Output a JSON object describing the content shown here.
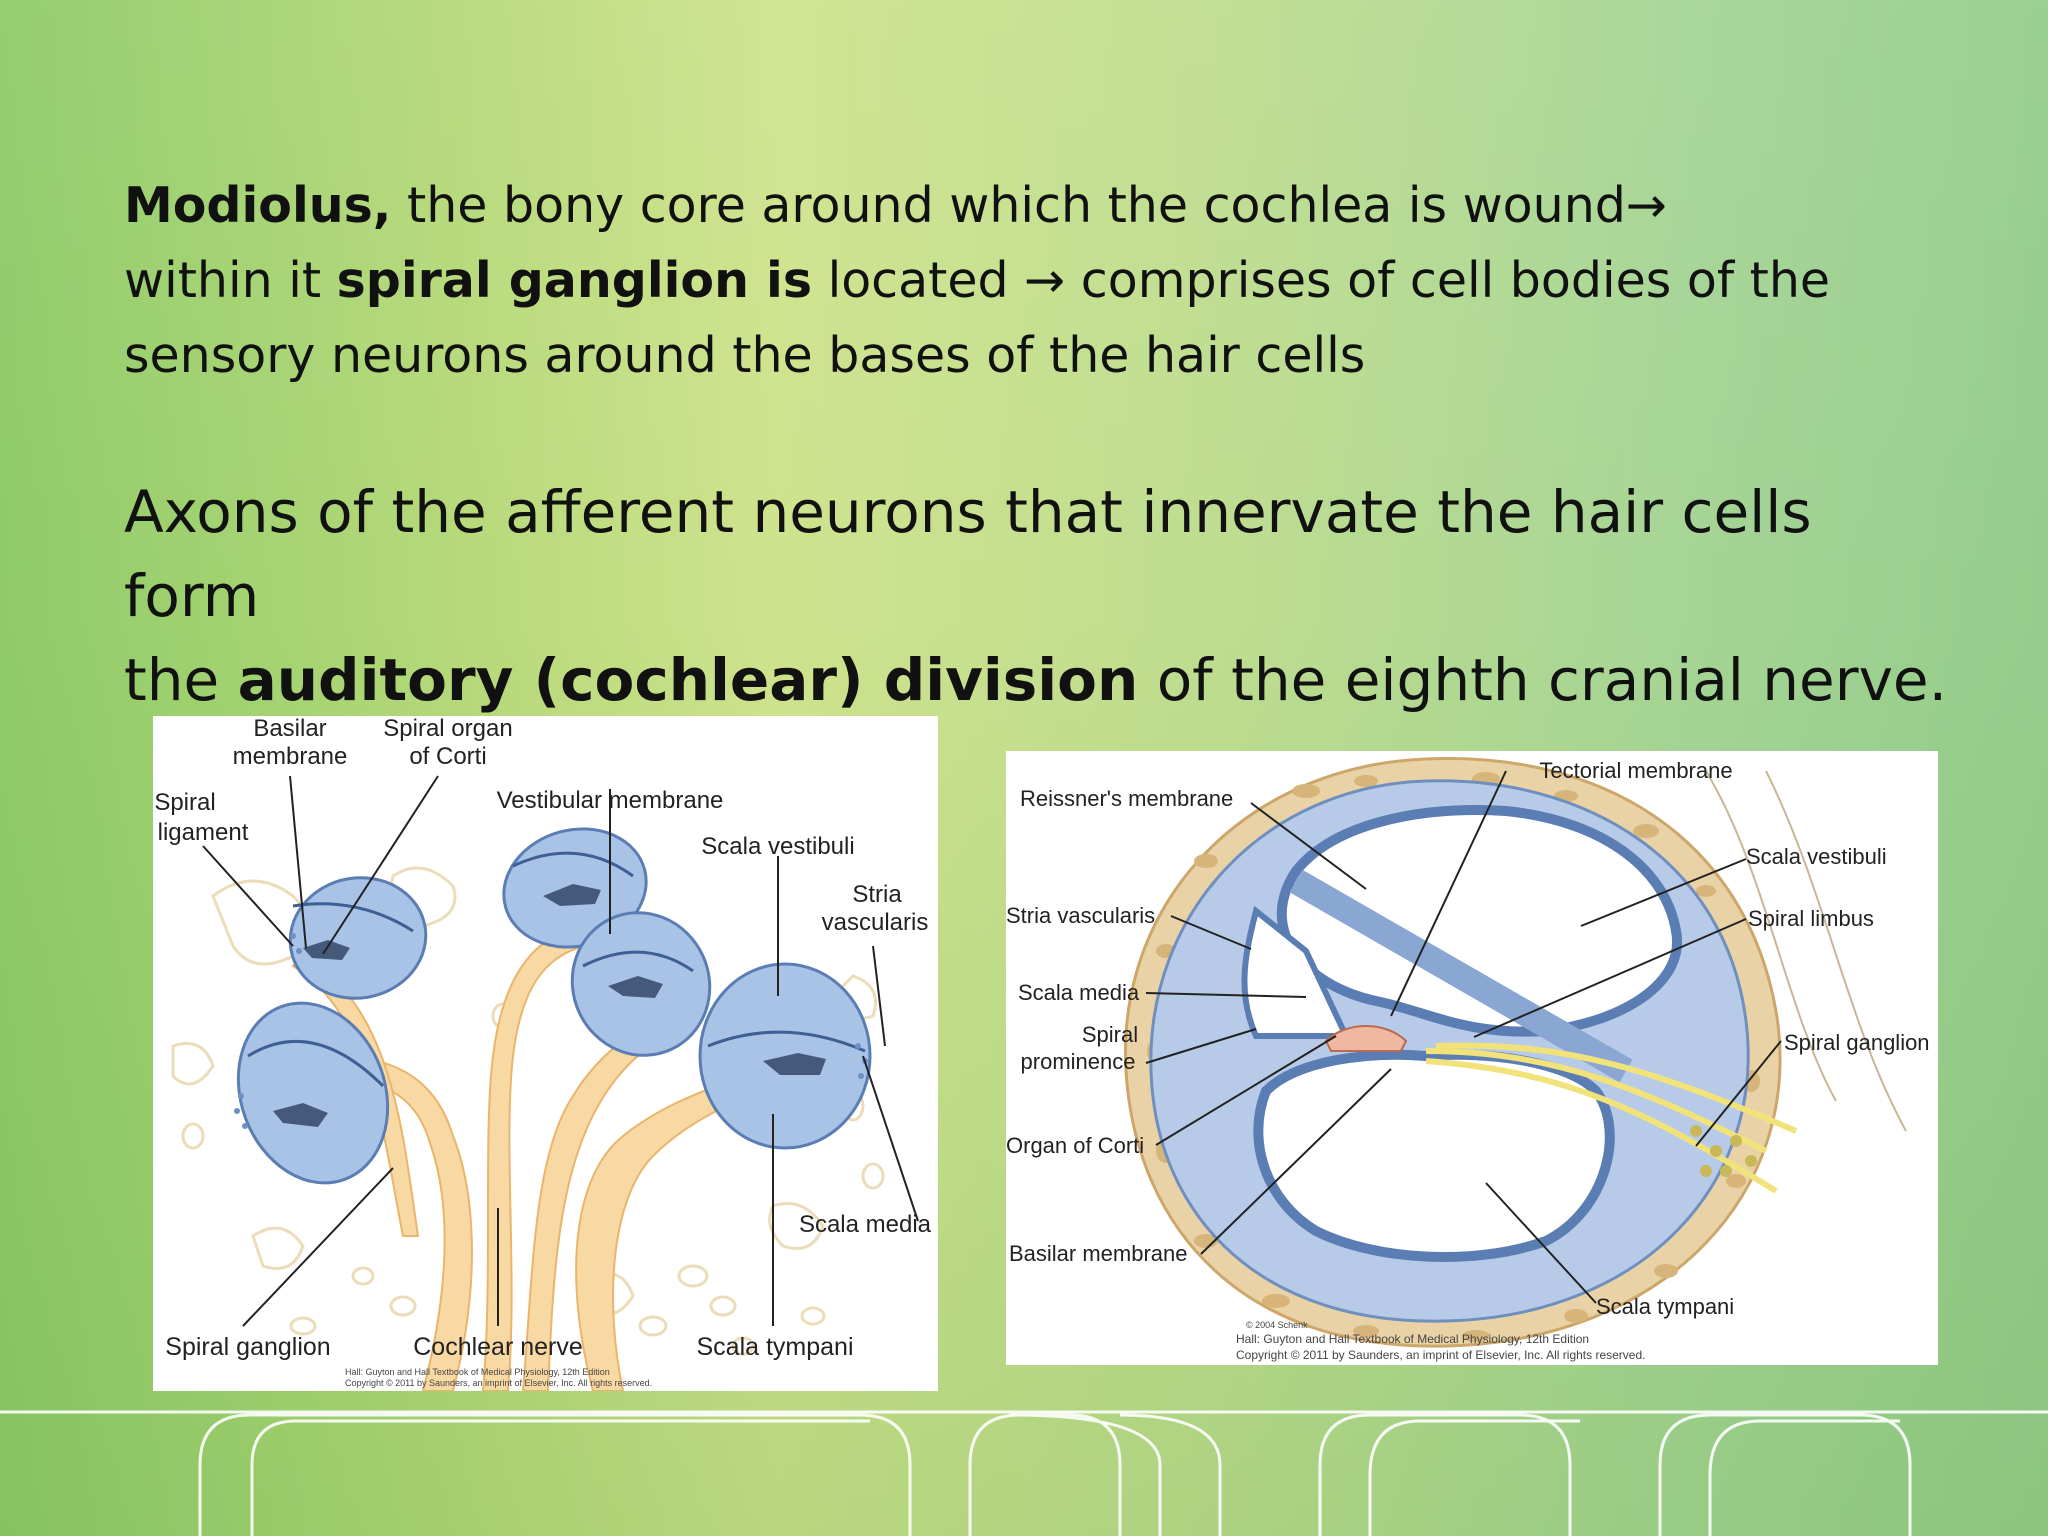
{
  "slide": {
    "para1": {
      "bold1": "Modiolus,",
      "t1": " the bony core around which the cochlea is wound→",
      "t2": "within it ",
      "bold2": "spiral ganglion is",
      "t3": " located → comprises of cell bodies of the",
      "t4": "sensory neurons  around the bases of the hair cells"
    },
    "para2": {
      "t1": "Axons of the afferent neurons that innervate the hair cells form",
      "t2": "the ",
      "bold": "auditory (cochlear) division",
      "t3": " of the eighth cranial nerve."
    }
  },
  "figure1": {
    "labels": {
      "basilar_membrane_1": "Basilar",
      "basilar_membrane_2": "membrane",
      "spiral_organ_1": "Spiral organ",
      "spiral_organ_2": "of Corti",
      "spiral_ligament_1": "Spiral",
      "spiral_ligament_2": "ligament",
      "vestibular_membrane": "Vestibular membrane",
      "scala_vestibuli": "Scala vestibuli",
      "stria_1": "Stria",
      "stria_2": "vascularis",
      "scala_media": "Scala media",
      "spiral_ganglion": "Spiral ganglion",
      "cochlear_nerve": "Cochlear nerve",
      "scala_tympani": "Scala tympani"
    },
    "citation_1": "Hall: Guyton and Hall Textbook of Medical Physiology, 12th Edition",
    "citation_2": "Copyright © 2011 by Saunders, an imprint of Elsevier, Inc. All rights reserved."
  },
  "figure2": {
    "labels": {
      "tectorial_membrane": "Tectorial membrane",
      "reissners_membrane": "Reissner's membrane",
      "scala_vestibuli": "Scala vestibuli",
      "stria_vascularis": "Stria vascularis",
      "spiral_limbus": "Spiral limbus",
      "scala_media": "Scala media",
      "spiral_prominence_1": "Spiral",
      "spiral_prominence_2": "prominence",
      "spiral_ganglion": "Spiral ganglion",
      "organ_of_corti": "Organ of Corti",
      "basilar_membrane": "Basilar membrane",
      "scala_tympani": "Scala tympani"
    },
    "copyright_mark": "© 2004 Schenk",
    "citation_1": "Hall: Guyton and Hall Textbook of Medical Physiology, 12th Edition",
    "citation_2": "Copyright © 2011 by Saunders, an imprint of Elsevier, Inc. All rights reserved."
  },
  "colors": {
    "cochlea_blue": "#a9c3e6",
    "nerve_orange": "#f9d9a3",
    "bone_tan": "#e9d3a6",
    "text": "#111111"
  }
}
